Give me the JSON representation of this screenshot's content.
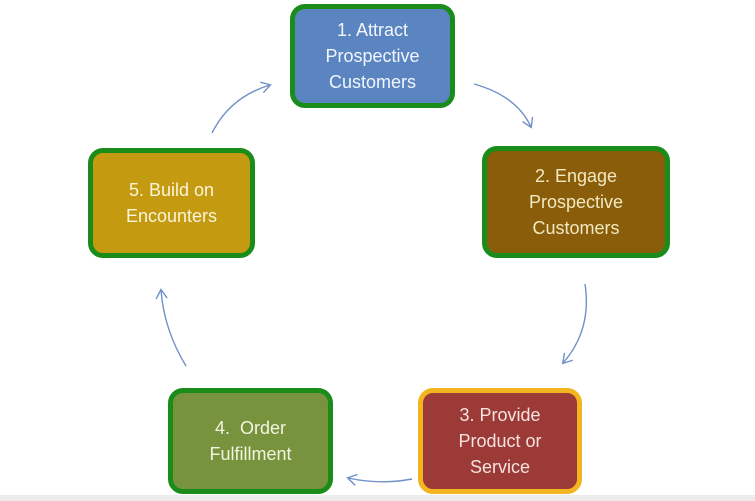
{
  "diagram": {
    "type": "cycle",
    "arrow_color": "#7090C8",
    "nodes": [
      {
        "id": "attract",
        "label": "1. Attract\nProspective\nCustomers",
        "fill": "#5B85C1",
        "border_color": "#1A8C1A",
        "text_color": "#F2F6FC"
      },
      {
        "id": "engage",
        "label": "2. Engage\nProspective\nCustomers",
        "fill": "#8A5D0B",
        "border_color": "#1A8C1A",
        "text_color": "#F2E9C0"
      },
      {
        "id": "provide",
        "label": "3. Provide\nProduct or\nService",
        "fill": "#9C3A38",
        "border_color": "#F2B51F",
        "text_color": "#F6E3DE"
      },
      {
        "id": "fulfill",
        "label": "4.  Order\nFulfillment",
        "fill": "#77933E",
        "border_color": "#1A8C1A",
        "text_color": "#F3F6DF"
      },
      {
        "id": "build",
        "label": "5. Build on\nEncounters",
        "fill": "#C49B10",
        "border_color": "#1A8C1A",
        "text_color": "#FAF4DC"
      }
    ]
  }
}
